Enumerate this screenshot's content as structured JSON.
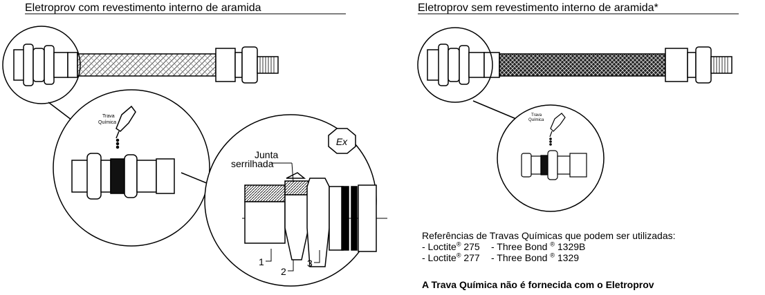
{
  "left_panel": {
    "title": "Eletroprov com revestimento interno de aramida",
    "callout_label": "Trava\nQuímica",
    "detail": {
      "joint_label_line1": "Junta",
      "joint_label_line2": "serrilhada",
      "part_numbers": [
        "1",
        "2",
        "3"
      ],
      "certification_mark": "Ex"
    }
  },
  "right_panel": {
    "title": "Eletroprov sem revestimento interno de aramida*",
    "callout_label": "Trava\nQuímica"
  },
  "references": {
    "title": "Referências de Travas Químicas que podem ser utilizadas:",
    "items": [
      {
        "left": "- Loctite",
        "left_mark": "®",
        "left_code": "275",
        "right": "- Three Bond",
        "right_mark": "®",
        "right_code": "1329B"
      },
      {
        "left": "- Loctite",
        "left_mark": "®",
        "left_code": "277",
        "right": "- Three Bond",
        "right_mark": "®",
        "right_code": "1329"
      }
    ]
  },
  "note": "A Trava Química não é fornecida com o Eletroprov",
  "colors": {
    "ink": "#000000",
    "paper": "#ffffff",
    "gray": "#777777"
  },
  "icons": [
    "ex-certification-icon",
    "glue-dispenser-icon"
  ]
}
